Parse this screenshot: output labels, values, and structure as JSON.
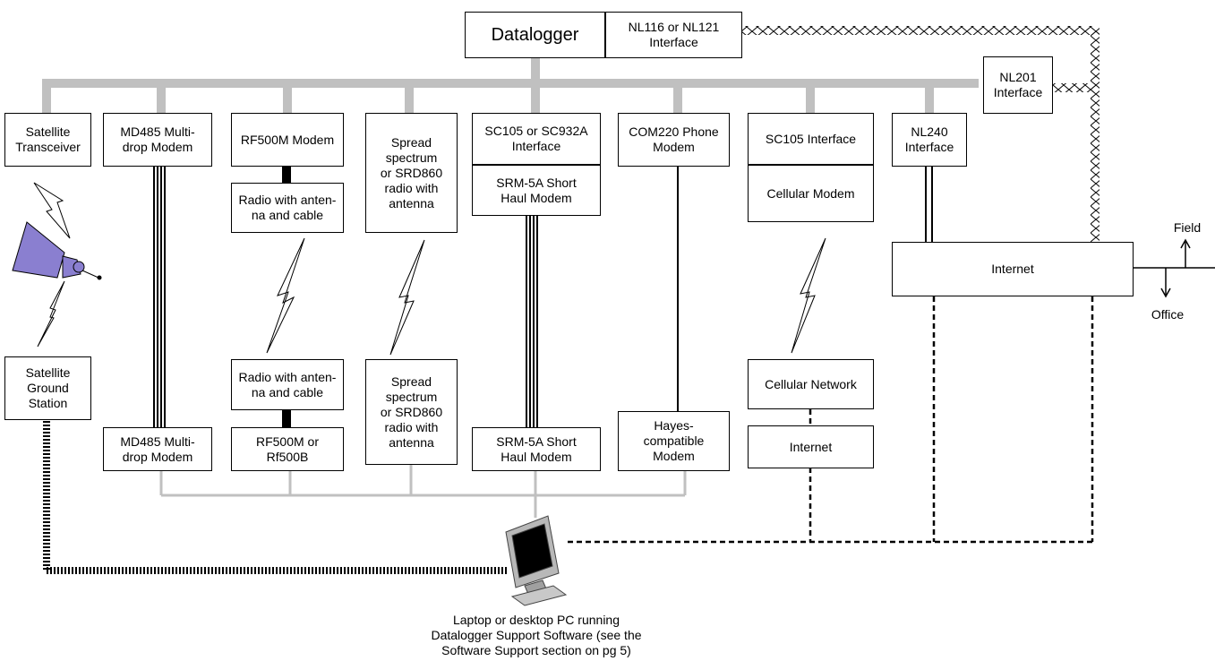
{
  "diagram": {
    "nodes": {
      "datalogger": "Datalogger",
      "nl116_nl121": "NL116 or NL121\nInterface",
      "nl201": "NL201\nInterface",
      "satellite_transceiver": "Satellite\nTransceiver",
      "md485_top": "MD485 Multi-\ndrop Modem",
      "rf500m_modem": "RF500M Modem",
      "radio_top": "Radio with anten-\nna and cable",
      "spread_top": "Spread\nspectrum\nor SRD860\nradio with\nantenna",
      "sc105_sc932a": "SC105 or SC932A\nInterface",
      "srm5a_top": "SRM-5A Short\nHaul Modem",
      "com220": "COM220 Phone\nModem",
      "sc105_interface": "SC105 Interface",
      "cellular_modem": "Cellular Modem",
      "nl240": "NL240\nInterface",
      "internet_big": "Internet",
      "satellite_ground": "Satellite\nGround\nStation",
      "md485_bottom": "MD485 Multi-\ndrop Modem",
      "radio_bottom": "Radio with anten-\nna and cable",
      "rf500m_rf500b": "RF500M or\nRf500B",
      "spread_bottom": "Spread\nspectrum\nor SRD860\nradio with\nantenna",
      "srm5a_bottom": "SRM-5A Short\nHaul Modem",
      "hayes": "Hayes-\ncompatible\nModem",
      "cellular_network": "Cellular Network",
      "internet_small": "Internet"
    },
    "labels": {
      "field": "Field",
      "office": "Office",
      "pc_caption": "Laptop or desktop PC running\nDatalogger Support Software (see the\nSoftware Support section on pg 5)"
    },
    "icons": {
      "satellite": "satellite-icon",
      "computer": "computer-monitor-icon",
      "wireless": "lightning-bolt-icon"
    },
    "colors": {
      "bus_gray": "#c0c0c0",
      "satellite_fill": "#8a7fd0",
      "monitor_gray": "#b8b8b8",
      "screen": "#000000"
    }
  }
}
